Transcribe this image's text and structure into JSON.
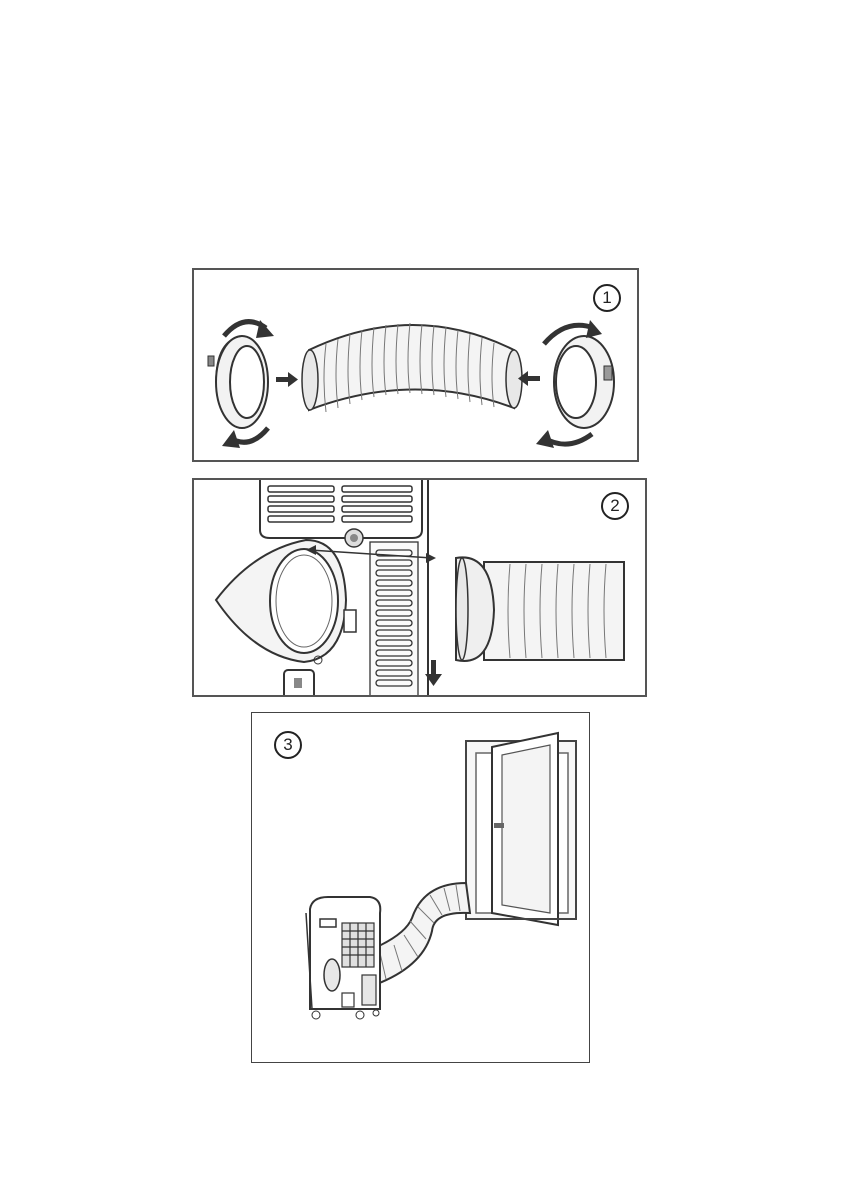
{
  "steps": [
    {
      "number": "1"
    },
    {
      "number": "2"
    },
    {
      "number": "3"
    }
  ],
  "colors": {
    "line": "#333333",
    "arrow": "#3a3a3a",
    "hose_fill": "#f4f4f4",
    "frame": "#555555"
  },
  "icons": {
    "panel1": [
      "rotate-arrow-icon",
      "push-arrow-icon",
      "hose-icon",
      "adapter-ring-icon"
    ],
    "panel2": [
      "vent-grille-icon",
      "arrow-icon",
      "down-arrow-icon"
    ],
    "panel3": [
      "air-conditioner-icon",
      "hose-icon",
      "window-icon"
    ]
  }
}
